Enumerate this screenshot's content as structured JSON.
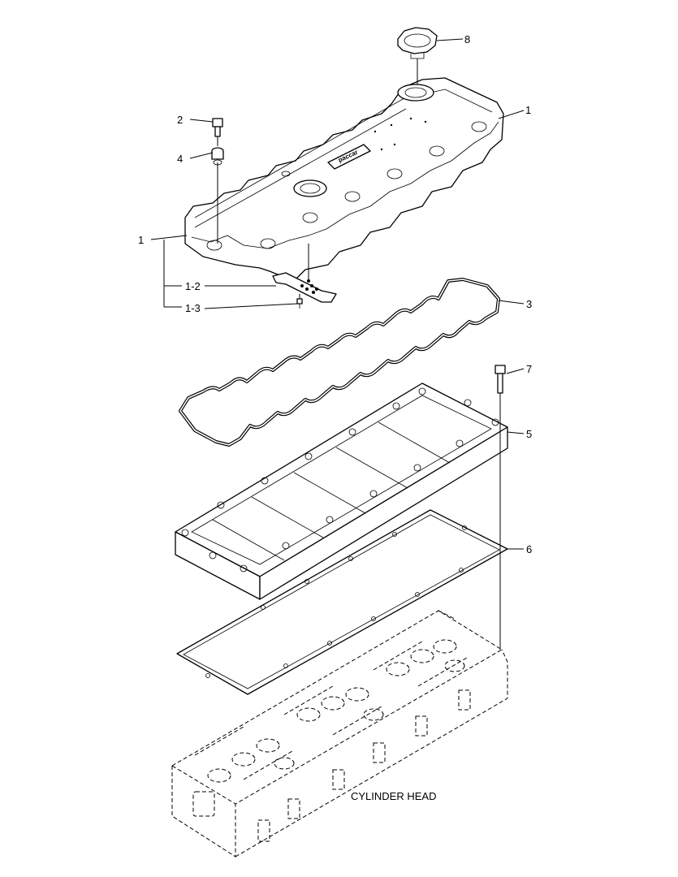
{
  "caption": "CYLINDER HEAD",
  "callouts": {
    "c1_top": "1",
    "c2": "2",
    "c3": "3",
    "c4": "4",
    "c5": "5",
    "c6": "6",
    "c7": "7",
    "c8": "8",
    "c1_left": "1",
    "c1_2": "1-2",
    "c1_3": "1-3"
  },
  "parts": {
    "valve_cover": "valve-cover",
    "oil_filler_cap": "oil-filler-cap",
    "cover_bolt": "bolt",
    "isolator": "isolator-grommet",
    "cover_gasket": "valve-cover-gasket",
    "spacer_frame": "spacer-frame",
    "frame_bolt": "bolt",
    "frame_gasket": "spacer-gasket",
    "cylinder_head": "cylinder-head"
  },
  "logo_text": "paccar"
}
